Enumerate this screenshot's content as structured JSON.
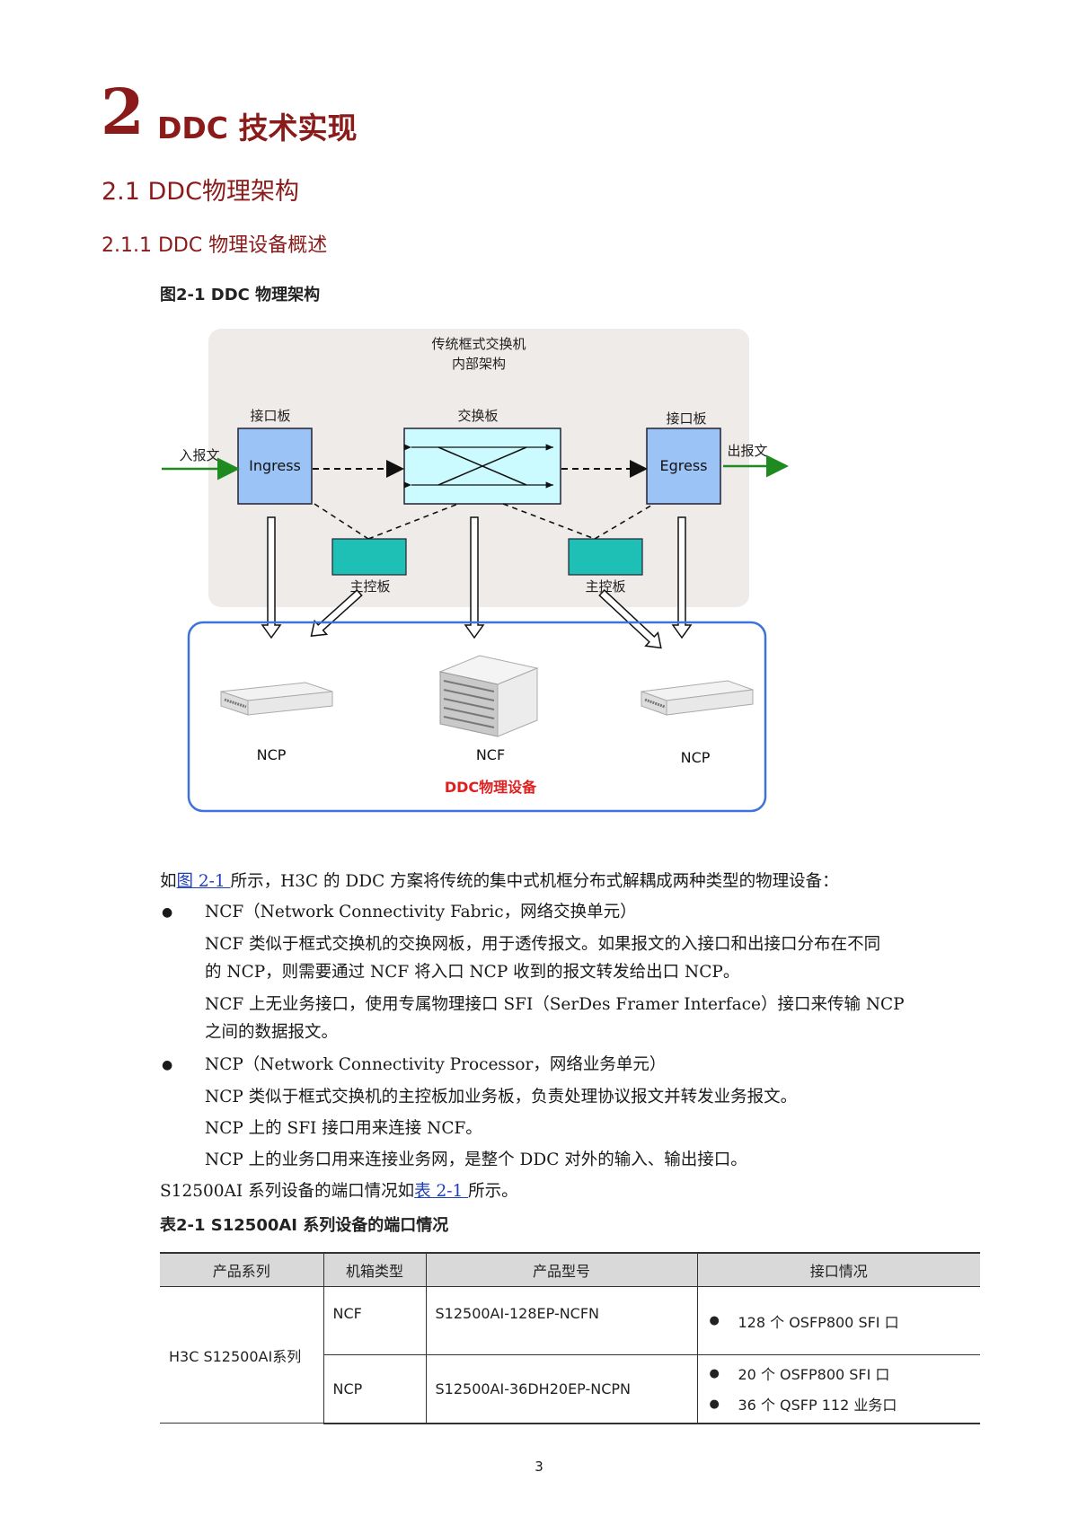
{
  "heading": {
    "chapter_number": "2",
    "chapter_title": "DDC 技术实现",
    "section": "2.1 DDC物理架构",
    "subsection": "2.1.1 DDC 物理设备概述"
  },
  "figure": {
    "caption": "图2-1 DDC 物理架构",
    "chassis_title_line1": "传统框式交换机",
    "chassis_title_line2": "内部架构",
    "ingress_board_label": "接口板",
    "switch_board_label": "交换板",
    "egress_board_label": "接口板",
    "ingress": "Ingress",
    "egress": "Egress",
    "in_packet": "入报文",
    "out_packet": "出报文",
    "mpu_left": "主控板",
    "mpu_right": "主控板",
    "device_left": "NCP",
    "device_center": "NCF",
    "device_right": "NCP",
    "ddc_devices": "DDC物理设备",
    "colors": {
      "panel_bg": "#eeebe9",
      "board_blue": "#9cc3f5",
      "switch_cyan": "#ccfbff",
      "mpu_teal": "#1ebfb5",
      "ddc_border": "#3f73db",
      "ddc_label": "#e02020",
      "arrow_green": "#1f8a1f"
    }
  },
  "body": {
    "intro_pre": "如",
    "intro_link": "图 2-1 ",
    "intro_post": "所示，H3C 的 DDC 方案将传统的集中式机框分布式解耦成两种类型的物理设备：",
    "ncf_title": "NCF（Network Connectivity Fabric，网络交换单元）",
    "ncf_p1_l1": "NCF 类似于框式交换机的交换网板，用于透传报文。如果报文的入接口和出接口分布在不同",
    "ncf_p1_l2": "的 NCP，则需要通过 NCF 将入口 NCP 收到的报文转发给出口 NCP。",
    "ncf_p2_l1": "NCF 上无业务接口，使用专属物理接口 SFI（SerDes Framer Interface）接口来传输 NCP",
    "ncf_p2_l2": "之间的数据报文。",
    "ncp_title": "NCP（Network Connectivity Processor，网络业务单元）",
    "ncp_p1": "NCP 类似于框式交换机的主控板加业务板，负责处理协议报文并转发业务报文。",
    "ncp_p2": "NCP 上的 SFI 接口用来连接 NCF。",
    "ncp_p3": "NCP 上的业务口用来连接业务网，是整个 DDC 对外的输入、输出接口。",
    "s12500_pre": "S12500AI 系列设备的端口情况如",
    "s12500_link": "表 2-1 ",
    "s12500_post": "所示。",
    "bullet": "●"
  },
  "table": {
    "caption": "表2-1 S12500AI 系列设备的端口情况",
    "headers": [
      "产品系列",
      "机箱类型",
      "产品型号",
      "接口情况"
    ],
    "series": "H3C S12500AI系列",
    "rows": [
      {
        "chassis": "NCF",
        "model": "S12500AI-128EP-NCFN",
        "ports": [
          "128 个 OSFP800 SFI 口"
        ]
      },
      {
        "chassis": "NCP",
        "model": "S12500AI-36DH20EP-NCPN",
        "ports": [
          "20 个 OSFP800 SFI 口",
          "36 个 QSFP 112 业务口"
        ]
      }
    ]
  },
  "page_number": "3"
}
